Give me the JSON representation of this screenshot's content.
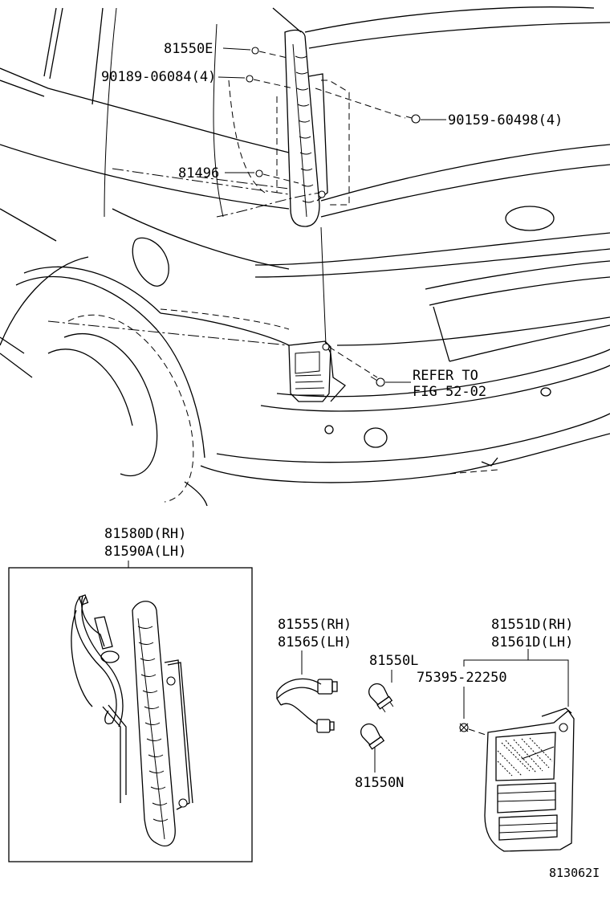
{
  "diagram": {
    "figure_id": "81306​2I",
    "callouts": [
      {
        "id": "top_lamp_screw",
        "label": "81550E"
      },
      {
        "id": "top_lamp_nut",
        "label": "90189-06084(4)"
      },
      {
        "id": "top_lamp_bolt",
        "label": "90159-60498(4)"
      },
      {
        "id": "top_lamp_clip",
        "label": "81496"
      },
      {
        "id": "refer_line1",
        "label": "REFER TO"
      },
      {
        "id": "refer_line2",
        "label": "FIG 52-02"
      }
    ],
    "box_labels": [
      "81580D(RH)",
      "81590A(LH)"
    ],
    "socket_labels": [
      "81555(RH)",
      "81565(LH)"
    ],
    "bulb_l": "81550L",
    "bulb_n": "81550N",
    "lamp_labels": [
      "81551D(RH)",
      "81561D(LH)"
    ],
    "lamp_screw": "75395-22250"
  }
}
